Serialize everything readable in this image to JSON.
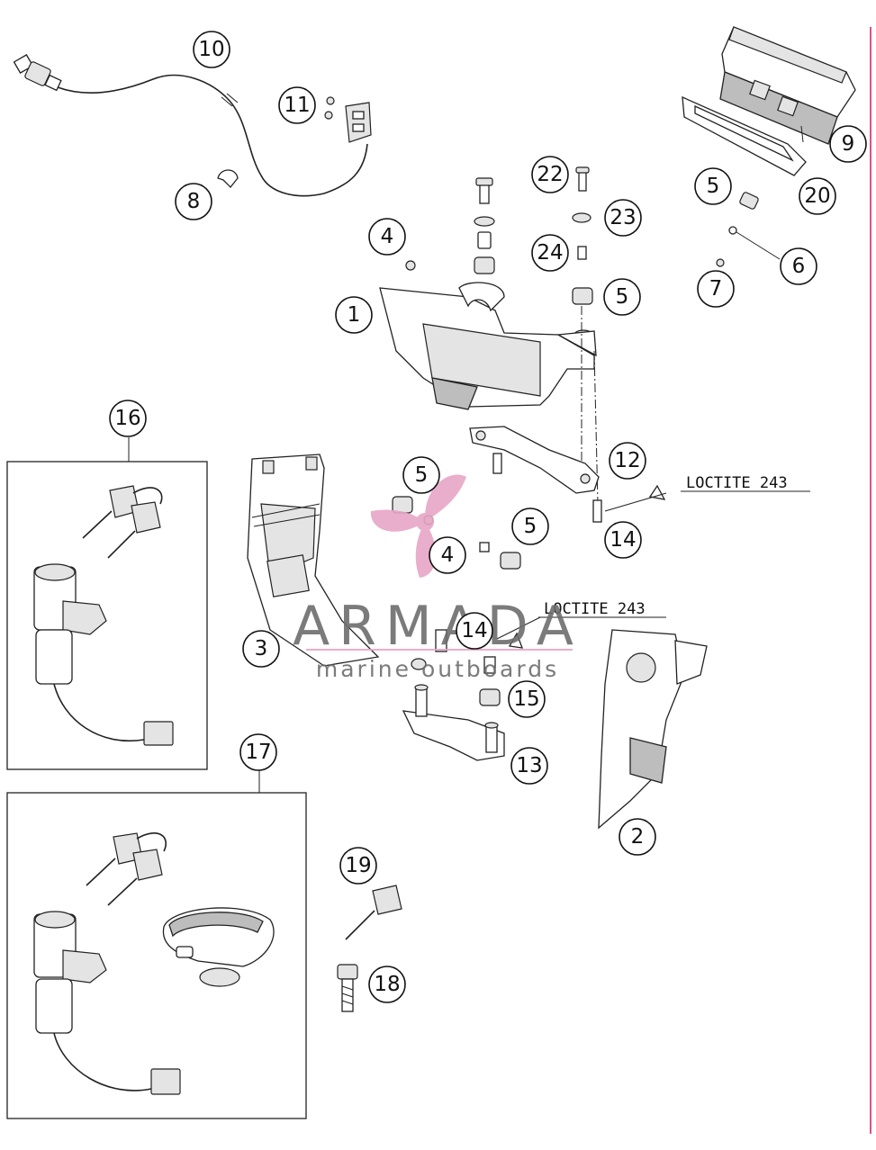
{
  "callouts": [
    "10",
    "11",
    "8",
    "22",
    "23",
    "24",
    "4",
    "1",
    "5",
    "9",
    "20",
    "5",
    "6",
    "7",
    "16",
    "12",
    "5",
    "5",
    "4",
    "14",
    "14",
    "3",
    "15",
    "13",
    "2",
    "17",
    "19",
    "18"
  ],
  "notes": [
    "LOCTITE 243",
    "LOCTITE 243"
  ],
  "watermark": {
    "brand": "ARMADA",
    "tagline": "marine outboards",
    "accent_color": "#e7a6c6"
  },
  "colors": {
    "line": "#222222",
    "accent_edge": "#e0508a"
  }
}
